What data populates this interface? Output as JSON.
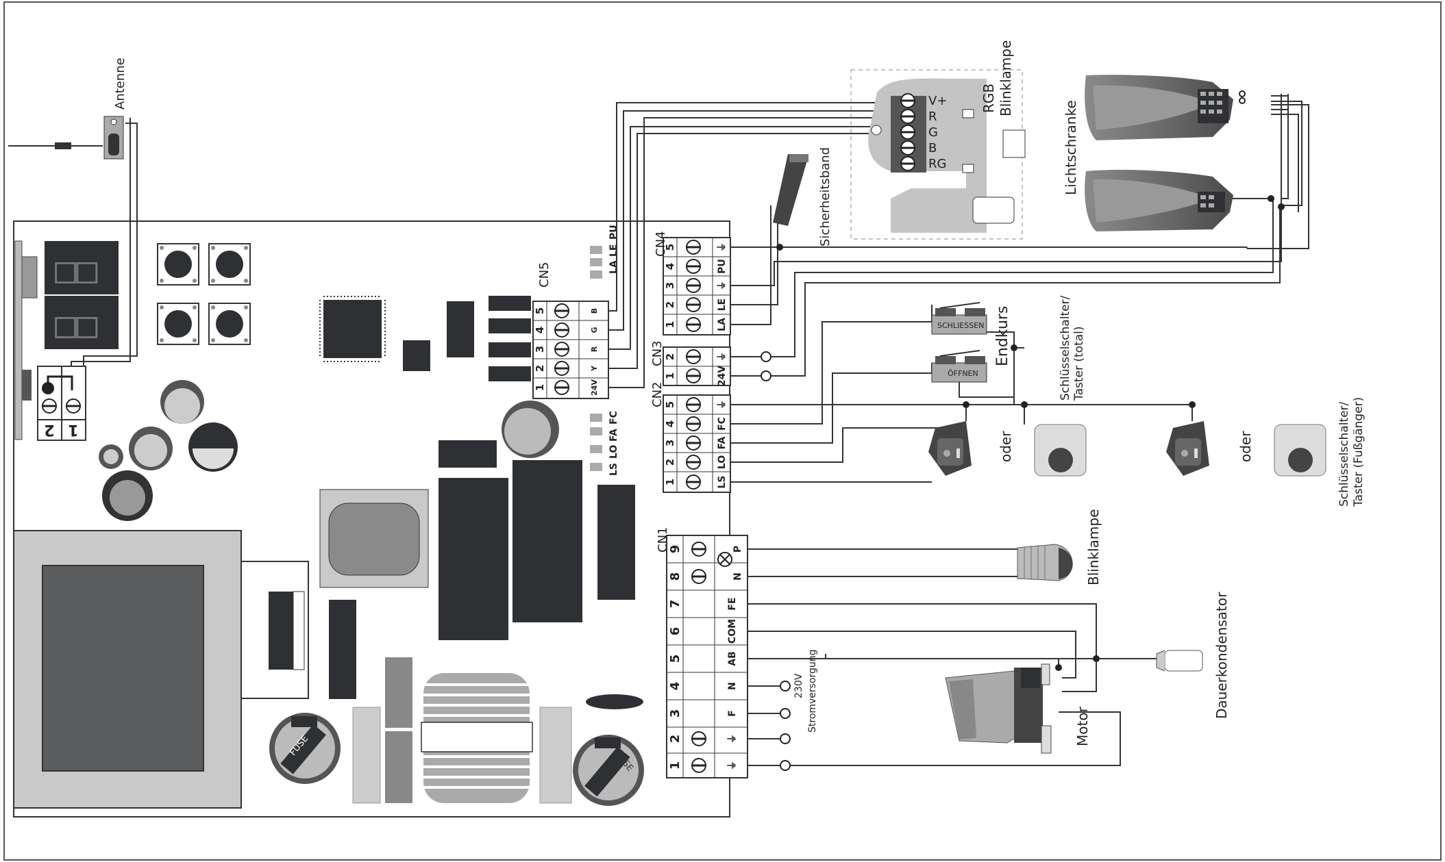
{
  "labels": {
    "antenna": "Antenne",
    "rgb": "RGB",
    "blinklampe_rgb": "Blinklampe",
    "lichtschranke": "Lichtschranke",
    "sicherheitsband": "Sicherheitsband",
    "endkurs": "Endkurs",
    "schluessel_total_1": "Schlüsselschalter/",
    "schluessel_total_2": "Taster (total)",
    "schluessel_fuss_1": "Schlüsselschalter/",
    "schluessel_fuss_2": "Taster (Fußgänger)",
    "oder_1": "oder",
    "oder_2": "oder",
    "blinklampe": "Blinklampe",
    "dauerkondensator": "Dauerkondensator",
    "motor": "Motor",
    "voltage": "230V",
    "stromversorgung": "Stromversorgung",
    "schliessen": "SCHLIESSEN",
    "oeffnen": "ÖFFNEN",
    "fuse_1": "FUSE",
    "fuse_2": "FUSE"
  },
  "rgb_terminal": [
    "V+",
    "R",
    "G",
    "B",
    "RG"
  ],
  "antenna_terminal": [
    "2",
    "1"
  ],
  "cn5": {
    "name": "CN5",
    "numbers": [
      "5",
      "4",
      "3",
      "2",
      "1"
    ],
    "labels": [
      "B",
      "G",
      "R",
      "Y",
      "24V"
    ]
  },
  "cn4": {
    "name": "CN4",
    "numbers": [
      "5",
      "4",
      "3",
      "2",
      "1"
    ],
    "labels": [
      "⏚",
      "PU",
      "⏚",
      "LE",
      "LA"
    ]
  },
  "cn3": {
    "name": "CN3",
    "numbers": [
      "2",
      "1"
    ],
    "labels": [
      "⏚",
      "24V"
    ]
  },
  "cn2": {
    "name": "CN2",
    "numbers": [
      "5",
      "4",
      "3",
      "2",
      "1"
    ],
    "labels": [
      "⏚",
      "FC",
      "FA",
      "LO",
      "LS"
    ]
  },
  "cn1": {
    "name": "CN1",
    "numbers": [
      "9",
      "8",
      "7",
      "6",
      "5",
      "4",
      "3",
      "2",
      "1"
    ],
    "labels": [
      "P",
      "N",
      "FE",
      "COM",
      "AB",
      "N",
      "F",
      "⏚",
      "⏚"
    ]
  },
  "leds_top": [
    "LA",
    "LE",
    "PU"
  ],
  "leds_bottom": [
    "LS",
    "LO",
    "FA",
    "FC"
  ]
}
